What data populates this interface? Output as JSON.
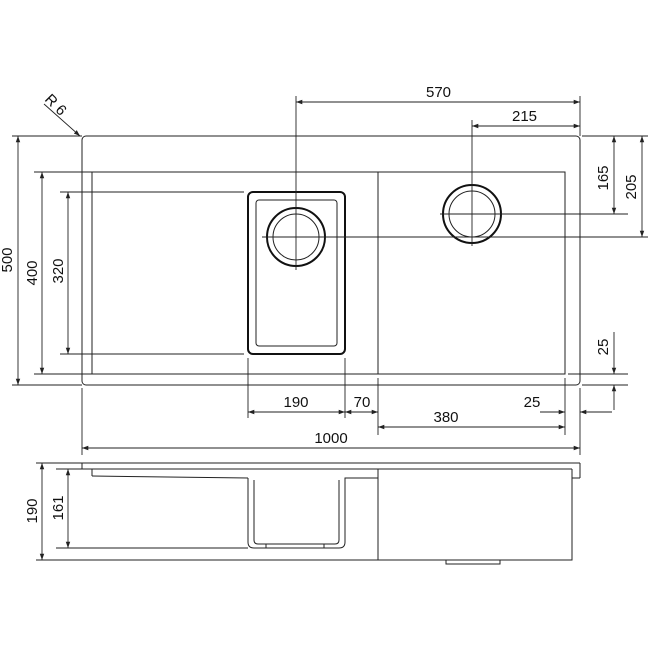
{
  "drawing": {
    "radius_label": "R 6",
    "dims": {
      "top_570": "570",
      "top_215": "215",
      "right_165": "165",
      "right_205": "205",
      "right_25": "25",
      "left_500": "500",
      "left_400": "400",
      "left_320": "320",
      "bottom_190": "190",
      "bottom_70": "70",
      "bottom_380": "380",
      "bottom_25": "25",
      "overall_1000": "1000",
      "side_190": "190",
      "side_161": "161"
    }
  }
}
